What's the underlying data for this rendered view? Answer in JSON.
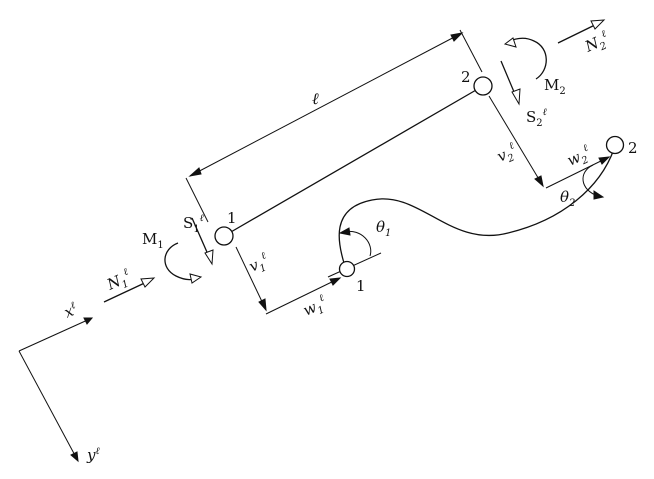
{
  "labels": {
    "length": "ℓ",
    "node_1": "1",
    "node_2": "2",
    "deformed_node_1": "1",
    "deformed_node_2": "2",
    "axis_x_base": "x",
    "axis_x_sup": "ℓ",
    "axis_y_base": "y",
    "axis_y_sup": "ℓ",
    "N1_base": "N",
    "N1_sub": "1",
    "N1_sup": "ℓ",
    "N2_base": "N",
    "N2_sub": "2",
    "N2_sup": "ℓ",
    "S1_base": "S",
    "S1_sub": "1",
    "S1_sup": "ℓ",
    "S2_base": "S",
    "S2_sub": "2",
    "S2_sup": "ℓ",
    "M1_base": "M",
    "M1_sub": "1",
    "M2_base": "M",
    "M2_sub": "2",
    "v1_base": "v",
    "v1_sub": "1",
    "v1_sup": "ℓ",
    "v2_base": "v",
    "v2_sub": "2",
    "v2_sup": "ℓ",
    "w1_base": "w",
    "w1_sub": "1",
    "w1_sup": "ℓ",
    "w2_base": "w",
    "w2_sub": "2",
    "w2_sup": "ℓ",
    "theta1_base": "θ",
    "theta1_sub": "1",
    "theta2_base": "θ",
    "theta2_sub": "2"
  },
  "colors": {
    "ink": "#111111",
    "background": "#ffffff"
  }
}
